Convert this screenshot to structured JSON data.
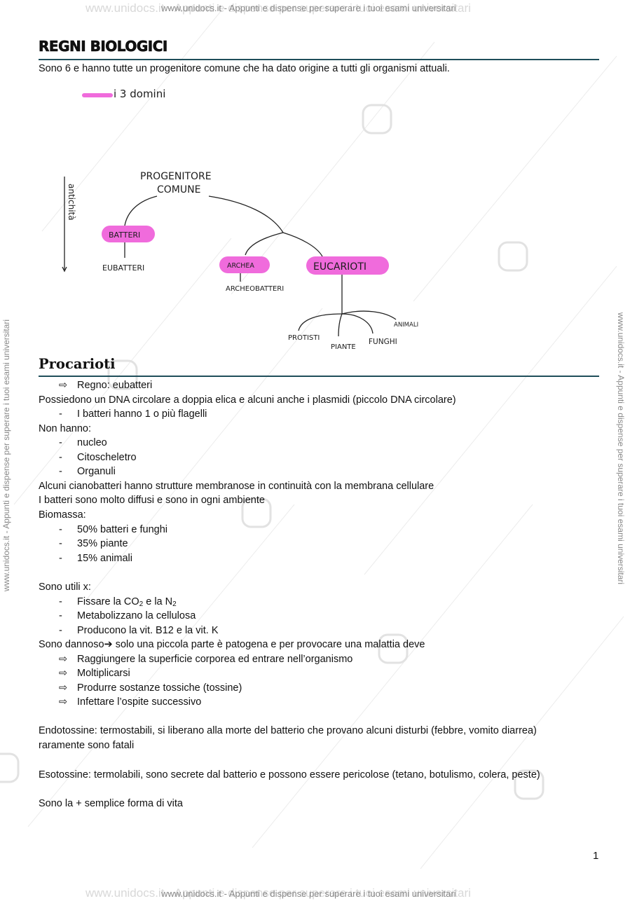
{
  "watermark": {
    "banner": "www.unidocs.it - Appunti e dispense per superare i tuoi esami universitari"
  },
  "heading": "REGNI BIOLOGICI",
  "intro": "Sono 6 e hanno tutte un progenitore comune che ha dato origine  a tutti gli organismi attuali.",
  "legend_note": "i 3 domini",
  "colors": {
    "highlight": "#f06bdc",
    "rule": "#1f4e5a"
  },
  "diagram": {
    "axis_label": "antichità",
    "root": [
      "PROGENITORE",
      "COMUNE"
    ],
    "batteri": "BATTERI",
    "eubatteri": "EUBATTERI",
    "archea": "ARCHEA",
    "archeobatteri": "ARCHEOBATTERI",
    "eucarioti": "EUCARIOTI",
    "protisti": "PROTISTI",
    "piante": "PIANTE",
    "funghi": "FUNGHI",
    "animali": "ANIMALI"
  },
  "section_title": "Procarioti",
  "lines": [
    {
      "text": "Regno: eubatteri",
      "level": 1,
      "marker": "⇨"
    },
    {
      "text": "Possiedono un DNA circolare a doppia elica e alcuni anche i plasmidi (piccolo DNA circolare)",
      "level": 0,
      "marker": ""
    },
    {
      "text": "I batteri hanno 1 o più flagelli",
      "level": 1,
      "marker": "-"
    },
    {
      "text": "Non hanno:",
      "level": 0,
      "marker": ""
    },
    {
      "text": "nucleo",
      "level": 1,
      "marker": "-"
    },
    {
      "text": "Citoscheletro",
      "level": 1,
      "marker": "-"
    },
    {
      "text": "Organuli",
      "level": 1,
      "marker": "-"
    },
    {
      "text": "Alcuni cianobatteri hanno strutture membranose in continuità con la membrana cellulare",
      "level": 0,
      "marker": ""
    },
    {
      "text": "I batteri sono molto diffusi e sono in ogni ambiente",
      "level": 0,
      "marker": ""
    },
    {
      "text": "Biomassa:",
      "level": 0,
      "marker": ""
    },
    {
      "text": "50% batteri e funghi",
      "level": 1,
      "marker": "-"
    },
    {
      "text": "35% piante",
      "level": 1,
      "marker": "-"
    },
    {
      "text": "15% animali",
      "level": 1,
      "marker": "-"
    }
  ],
  "utili": {
    "title": "Sono utili x:",
    "fissare_prefix": "Fissare la CO",
    "fissare_sub1": "2",
    "fissare_mid": " e la N",
    "fissare_sub2": "2",
    "metabolizzano": "Metabolizzano la cellulosa",
    "producono": "Producono la vit. B12 e la vit. K"
  },
  "dannoso": {
    "prefix": "Sono dannoso",
    "arrow": "➔",
    "rest": " solo una piccola parte è patogena e per provocare una malattia deve",
    "items": [
      "Raggiungere la superficie corporea ed entrare nell’organismo",
      "Moltiplicarsi",
      "Produrre sostanze tossiche (tossine)",
      "Infettare l’ospite successivo"
    ],
    "marker": "⇨"
  },
  "endotossine": "Endotossine: termostabili, si liberano alla morte del batterio che provano alcuni disturbi (febbre, vomito diarrea) raramente sono fatali",
  "esotossine": "Esotossine: termolabili, sono secrete dal batterio e possono essere pericolose (tetano, botulismo, colera, peste)",
  "closing": "Sono la + semplice forma di vita",
  "page_number": "1"
}
